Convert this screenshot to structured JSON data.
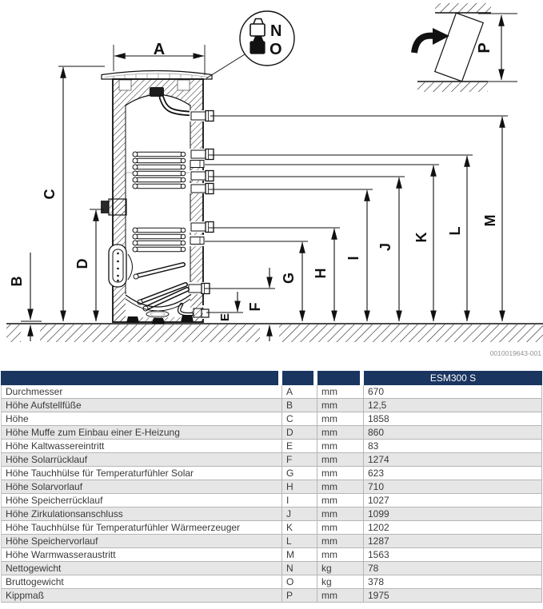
{
  "diagram": {
    "dim_labels": {
      "A": "A",
      "B": "B",
      "C": "C",
      "D": "D",
      "E": "E",
      "F": "F",
      "G": "G",
      "H": "H",
      "I": "I",
      "J": "J",
      "K": "K",
      "L": "L",
      "M": "M",
      "P": "P"
    },
    "weight_callout": {
      "net_label": "N",
      "gross_label": "O"
    },
    "footnote": "0010019643-001"
  },
  "table": {
    "product_column_header": "ESM300 S",
    "rows": [
      {
        "label": "Durchmesser",
        "symbol": "A",
        "unit": "mm",
        "value": "670"
      },
      {
        "label": "Höhe Aufstellfüße",
        "symbol": "B",
        "unit": "mm",
        "value": "12,5"
      },
      {
        "label": "Höhe",
        "symbol": "C",
        "unit": "mm",
        "value": "1858"
      },
      {
        "label": "Höhe Muffe zum Einbau einer E-Heizung",
        "symbol": "D",
        "unit": "mm",
        "value": "860"
      },
      {
        "label": "Höhe Kaltwassereintritt",
        "symbol": "E",
        "unit": "mm",
        "value": "83"
      },
      {
        "label": "Höhe Solarrücklauf",
        "symbol": "F",
        "unit": "mm",
        "value": "1274"
      },
      {
        "label": "Höhe Tauchhülse für Temperaturfühler Solar",
        "symbol": "G",
        "unit": "mm",
        "value": "623"
      },
      {
        "label": "Höhe Solarvorlauf",
        "symbol": "H",
        "unit": "mm",
        "value": "710"
      },
      {
        "label": "Höhe Speicherrücklauf",
        "symbol": "I",
        "unit": "mm",
        "value": "1027"
      },
      {
        "label": "Höhe Zirkulationsanschluss",
        "symbol": "J",
        "unit": "mm",
        "value": "1099"
      },
      {
        "label": "Höhe Tauchhülse für Temperaturfühler Wärmeerzeuger",
        "symbol": "K",
        "unit": "mm",
        "value": "1202"
      },
      {
        "label": "Höhe Speichervorlauf",
        "symbol": "L",
        "unit": "mm",
        "value": "1287"
      },
      {
        "label": "Höhe Warmwasseraustritt",
        "symbol": "M",
        "unit": "mm",
        "value": "1563"
      },
      {
        "label": "Nettogewicht",
        "symbol": "N",
        "unit": "kg",
        "value": "78"
      },
      {
        "label": "Bruttogewicht",
        "symbol": "O",
        "unit": "kg",
        "value": "378"
      },
      {
        "label": "Kippmaß",
        "symbol": "P",
        "unit": "mm",
        "value": "1975"
      }
    ]
  }
}
